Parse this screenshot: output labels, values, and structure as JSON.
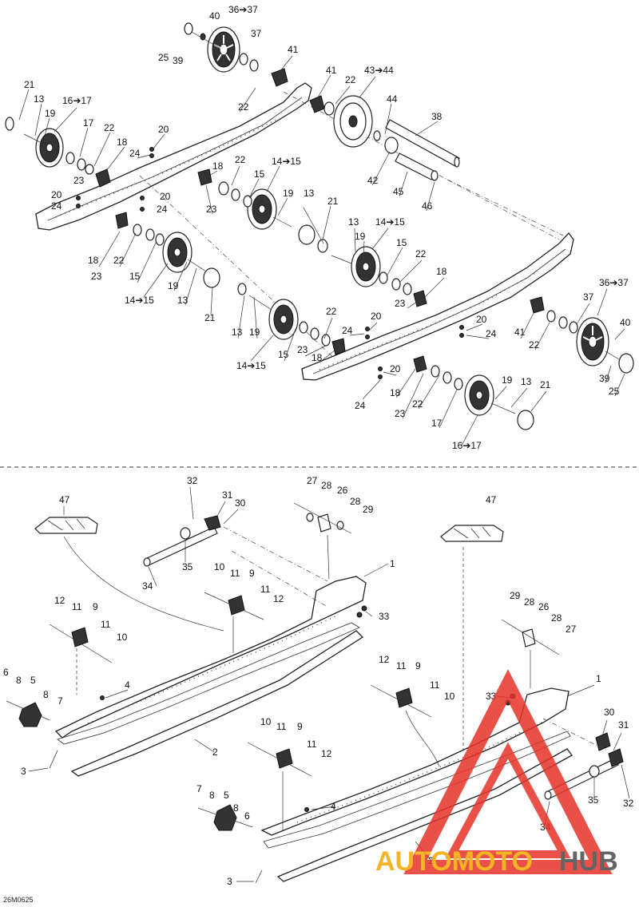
{
  "callouts": {
    "c_36_37_top": "36➔37",
    "c_40_top": "40",
    "c_37_top": "37",
    "c_25_top": "25",
    "c_39_top": "39",
    "c_41_a": "41",
    "c_41_b": "41",
    "c_22_a": "22",
    "c_22_b": "22",
    "c_43_44": "43➔44",
    "c_44": "44",
    "c_38": "38",
    "c_42": "42",
    "c_45": "45",
    "c_46": "46",
    "c_21_a": "21",
    "c_13_a": "13",
    "c_16_17_a": "16➔17",
    "c_19_a": "19",
    "c_17_a": "17",
    "c_22_c": "22",
    "c_18_a": "18",
    "c_23_a": "23",
    "c_20_a": "20",
    "c_24_a": "24",
    "c_20_b": "20",
    "c_24_b": "24",
    "c_20_c": "20",
    "c_24_c": "24",
    "c_18_b": "18",
    "c_22_d": "22",
    "c_23_b": "23",
    "c_15_a": "15",
    "c_14_15_a": "14➔15",
    "c_19_b": "19",
    "c_13_b": "13",
    "c_21_b": "21",
    "c_18_c": "18",
    "c_22_e": "22",
    "c_15_b": "15",
    "c_14_15_b": "14➔15",
    "c_19_c": "19",
    "c_13_c": "13",
    "c_23_c": "23",
    "c_21_c": "21",
    "c_13_d": "13",
    "c_14_15_c": "14➔15",
    "c_19_d": "19",
    "c_15_c": "15",
    "c_22_f": "22",
    "c_18_d": "18",
    "c_23_d": "23",
    "c_13_e": "13",
    "c_19_e": "19",
    "c_14_15_d": "14➔15",
    "c_15_d": "15",
    "c_22_g": "22",
    "c_20_d": "20",
    "c_24_d": "24",
    "c_23_e": "23",
    "c_18_e": "18",
    "c_20_e": "20",
    "c_24_e": "24",
    "c_20_f": "20",
    "c_18_f": "18",
    "c_24_f": "24",
    "c_23_f": "23",
    "c_22_h": "22",
    "c_17_b": "17",
    "c_16_17_b": "16➔17",
    "c_19_f": "19",
    "c_13_f": "13",
    "c_21_d": "21",
    "c_36_37_r": "36➔37",
    "c_37_r": "37",
    "c_41_r": "41",
    "c_22_r": "22",
    "c_40_r": "40",
    "c_39_r": "39",
    "c_25_r": "25",
    "c_47_a": "47",
    "c_32_a": "32",
    "c_31_a": "31",
    "c_30_a": "30",
    "c_27_a": "27",
    "c_28_a": "28",
    "c_26_a": "26",
    "c_28_b": "28",
    "c_29_a": "29",
    "c_47_b": "47",
    "c_35_a": "35",
    "c_34_a": "34",
    "c_1_a": "1",
    "c_10_a": "10",
    "c_11_a": "11",
    "c_9_a": "9",
    "c_11_b": "11",
    "c_12_a": "12",
    "c_33_a": "33",
    "c_12_b": "12",
    "c_11_c": "11",
    "c_9_b": "9",
    "c_11_d": "11",
    "c_10_b": "10",
    "c_29_b": "29",
    "c_28_c": "28",
    "c_26_b": "26",
    "c_28_d": "28",
    "c_27_b": "27",
    "c_6_a": "6",
    "c_8_a": "8",
    "c_5_a": "5",
    "c_8_b": "8",
    "c_7_a": "7",
    "c_4_a": "4",
    "c_12_c": "12",
    "c_11_e": "11",
    "c_9_c": "9",
    "c_11_f": "11",
    "c_10_c": "10",
    "c_1_b": "1",
    "c_33_b": "33",
    "c_3_a": "3",
    "c_2_a": "2",
    "c_10_d": "10",
    "c_11_g": "11",
    "c_9_d": "9",
    "c_11_h": "11",
    "c_12_d": "12",
    "c_30_b": "30",
    "c_31_b": "31",
    "c_35_b": "35",
    "c_32_b": "32",
    "c_7_b": "7",
    "c_8_c": "8",
    "c_5_b": "5",
    "c_8_d": "8",
    "c_6_b": "6",
    "c_4_b": "4",
    "c_34_b": "34",
    "c_2_b": "2",
    "c_3_b": "3"
  },
  "figure_code": "26M0625",
  "watermark": {
    "brand_part1": "AUTOMOTO",
    "brand_part2": "HUB",
    "color_primary": "#e63329",
    "color_secondary": "#f2a900",
    "color_dark": "#4a4a4a"
  }
}
